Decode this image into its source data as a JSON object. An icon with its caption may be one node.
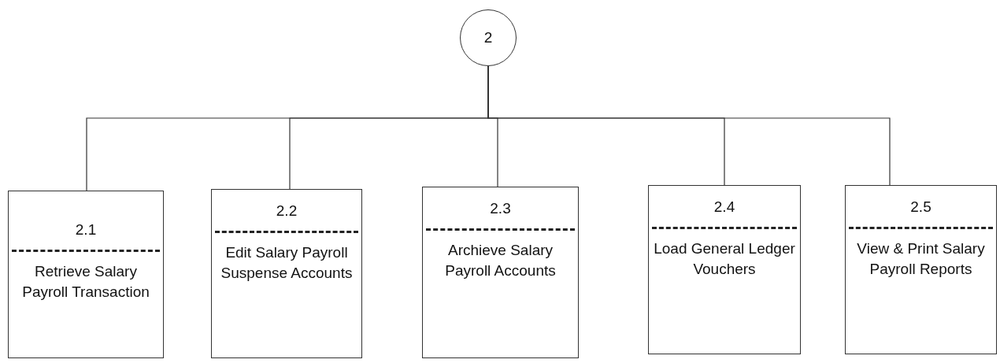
{
  "diagram": {
    "nodes": [
      {
        "text": [
          "2"
        ]
      },
      {
        "text": [
          "2.1",
          "Retrieve Salary Payroll Transaction"
        ]
      },
      {
        "text": [
          "2.2",
          "Edit Salary Payroll Suspense Accounts"
        ]
      },
      {
        "text": [
          "2.3",
          "Archieve Salary Payroll Accounts"
        ]
      },
      {
        "text": [
          "2.4",
          "Load General Ledger Vouchers"
        ]
      },
      {
        "text": [
          "2.5",
          "View & Print Salary Payroll Reports"
        ]
      }
    ],
    "edges": [
      {
        "from": 0,
        "to": 1,
        "arrow": "none"
      },
      {
        "from": 0,
        "to": 2,
        "arrow": "none"
      },
      {
        "from": 0,
        "to": 3,
        "arrow": "none"
      },
      {
        "from": 0,
        "to": 4,
        "arrow": "none"
      },
      {
        "from": 0,
        "to": 5,
        "arrow": "none"
      }
    ]
  }
}
